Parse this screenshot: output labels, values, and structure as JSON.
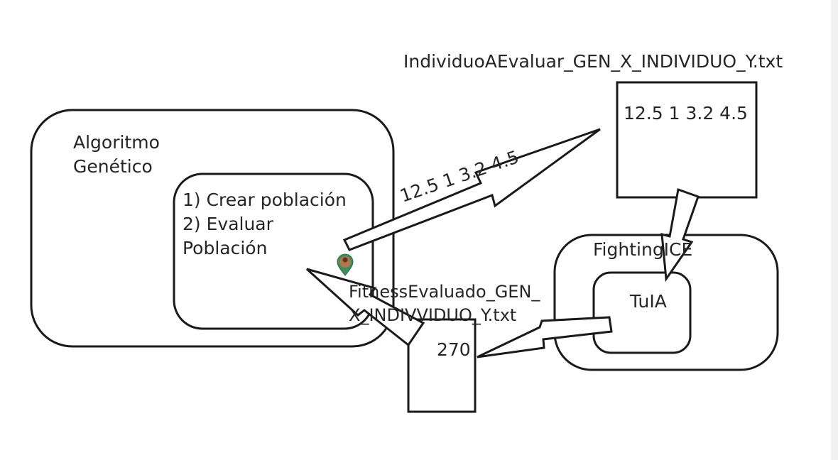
{
  "diagram": {
    "file_in_name": "IndividuoAEvaluar_GEN_X_INDIVIDUO_Y.txt",
    "file_in_content": "12.5 1 3.2 4.5",
    "arrow_in_label": "12.5 1 3.2 4.5",
    "ga_title_line1": "Algoritmo",
    "ga_title_line2": "Genético",
    "steps_line1": "1) Crear población",
    "steps_line2": "2) Evaluar",
    "steps_line3": "Población",
    "fighting_label": "FightingICE",
    "tuia_label": "TuIA",
    "file_out_name_line1": "FitnessEvaluado_GEN_",
    "file_out_name_line2": "X_INDIVVIDUO_Y.txt",
    "file_out_content": "270"
  },
  "colors": {
    "stroke": "#1a1a1a",
    "text": "#262626",
    "background": "#ffffff"
  },
  "icons": {
    "cursor": "user-location-pin-icon"
  }
}
